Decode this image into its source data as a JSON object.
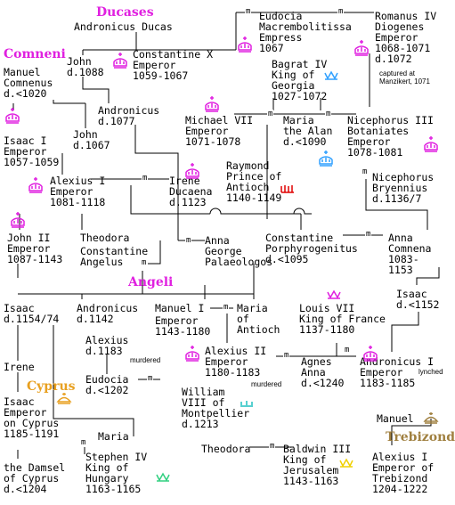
{
  "colors": {
    "dynasty": "#e020e0",
    "cyprus": "#e8a020",
    "trebizond": "#a08040",
    "crown_imperial": "#e020e0",
    "crown_georgia": "#30a0ff",
    "crown_france": "#e020e0",
    "crown_hungary": "#30d080",
    "crown_jerusalem": "#f0d000",
    "crown_montpellier": "#20c0c0",
    "crown_antioch": "#e00000"
  },
  "marriage_symbol": "m",
  "dynasties": {
    "ducases": "Ducases",
    "comneni": "Comneni",
    "angeli": "Angeli",
    "cyprus": "Cyprus",
    "trebizond": "Trebizond"
  },
  "people": {
    "andronicus_ducas": [
      "Andronicus Ducas"
    ],
    "constantine_x": [
      "Constantine X",
      "Emperor",
      "1059-1067"
    ],
    "john_d1088": [
      "John",
      "d.1088"
    ],
    "eudocia": [
      "Eudocia",
      "Macrembolitissa",
      "Empress",
      "1067"
    ],
    "romanus_iv": [
      "Romanus IV",
      "Diogenes",
      "Emperor",
      "1068-1071",
      "d.1072"
    ],
    "manuel_comnenus": [
      "Manuel",
      "Comnenus",
      "d.<1020"
    ],
    "bagrat_iv": [
      "Bagrat IV",
      "King of",
      "Georgia",
      "1027-1072"
    ],
    "andronicus_d1077": [
      "Andronicus",
      "d.1077"
    ],
    "isaac_i": [
      "Isaac I",
      "Emperor",
      "1057-1059"
    ],
    "john_d1067": [
      "John",
      "d.1067"
    ],
    "michael_vii": [
      "Michael VII",
      "Emperor",
      "1071-1078"
    ],
    "maria_alan": [
      "Maria",
      "the Alan",
      "d.<1090"
    ],
    "nicephorus_iii": [
      "Nicephorus III",
      "Botaniates",
      "Emperor",
      "1078-1081"
    ],
    "alexius_i": [
      "Alexius I",
      "Emperor",
      "1081-1118"
    ],
    "irene_ducaena": [
      "Irene",
      "Ducaena",
      "d.1123"
    ],
    "raymond": [
      "Raymond",
      "Prince of",
      "Antioch",
      "1140-1149"
    ],
    "nicephorus_bryennius": [
      "Nicephorus",
      "Bryennius",
      "d.1136/7"
    ],
    "john_ii": [
      "John II",
      "Emperor",
      "1087-1143"
    ],
    "theodora_angelus": [
      "Theodora"
    ],
    "constantine_angelus": [
      "Constantine",
      "Angelus"
    ],
    "anna_palaeologos": [
      "Anna",
      "George",
      "Palaeologos"
    ],
    "constantine_porph": [
      "Constantine",
      "Porphyrogenitus",
      "d.<1095"
    ],
    "anna_comnena": [
      "Anna",
      "Comnena",
      "1083-",
      "1153"
    ],
    "isaac_d1154": [
      "Isaac",
      "d.1154/74"
    ],
    "andronicus_d1142": [
      "Andronicus",
      "d.1142"
    ],
    "manuel_i": [
      "Manuel I"
    ],
    "manuel_i_reign": [
      "Emperor",
      "1143-1180"
    ],
    "maria_antioch": [
      "Maria",
      "of",
      "Antioch"
    ],
    "louis_vii": [
      "Louis VII",
      "King of France",
      "1137-1180"
    ],
    "isaac_d1152": [
      "Isaac",
      "d.<1152"
    ],
    "alexius_d1183": [
      "Alexius",
      "d.1183"
    ],
    "alexius_ii": [
      "Alexius II",
      "Emperor",
      "1180-1183"
    ],
    "agnes_anna": [
      "Agnes",
      "Anna",
      "d.<1240"
    ],
    "andronicus_i": [
      "Andronicus I",
      "Emperor",
      "1183-1185"
    ],
    "irene_cyprus": [
      "Irene"
    ],
    "eudocia_d1202": [
      "Eudocia",
      "d.<1202"
    ],
    "william_viii": [
      "William",
      "VIII of",
      "Montpellier",
      "d.1213"
    ],
    "isaac_cyprus": [
      "Isaac",
      "Emperor",
      "on Cyprus",
      "1185-1191"
    ],
    "maria_hungary": [
      "Maria"
    ],
    "manuel_trebizond": [
      "Manuel"
    ],
    "stephen_iv": [
      "Stephen IV",
      "King of",
      "Hungary",
      "1163-1165"
    ],
    "theodora_jerusalem": [
      "Theodora"
    ],
    "baldwin_iii": [
      "Baldwin III",
      "King of",
      "Jerusalem",
      "1143-1163"
    ],
    "alexius_i_trebizond": [
      "Alexius I",
      "Emperor of",
      "Trebizond",
      "1204-1222"
    ],
    "damsel_cyprus": [
      "the Damsel",
      "of Cyprus",
      "d.<1204"
    ]
  },
  "notes": {
    "manzikert": [
      "captured at",
      "Manzikert, 1071"
    ],
    "murdered_1": "murdered",
    "murdered_2": "murdered",
    "lynched": "lynched"
  }
}
